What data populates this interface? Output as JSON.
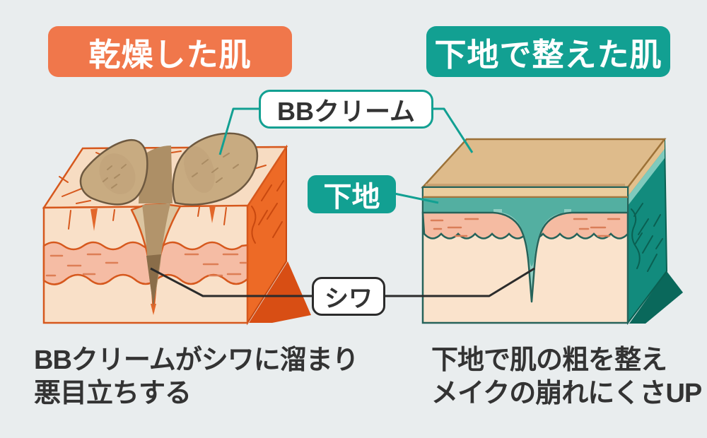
{
  "titles": {
    "left": {
      "label": "乾燥した肌",
      "color": "#f0774b"
    },
    "right": {
      "label": "下地で整えた肌",
      "color": "#12a092"
    }
  },
  "callouts": {
    "bb_cream": {
      "label": "BBクリーム",
      "border_color": "#12a092"
    },
    "primer": {
      "label": "下地",
      "bg_color": "#12a092"
    },
    "wrinkle": {
      "label": "シワ",
      "border_color": "#2b2b2b"
    }
  },
  "captions": {
    "left": {
      "line1": "BBクリームがシワに溜まり",
      "line2": "悪目立ちする"
    },
    "right": {
      "line1": "下地で肌の粗を整え",
      "line2": "メイクの崩れにくさUP"
    }
  },
  "palette": {
    "background": "#e9edee",
    "orange_accent": "#f0774b",
    "teal_accent": "#12a092",
    "skin_outline_left": "#d6581d",
    "skin_outline_right": "#26635a",
    "bb_cream_tan": "#c8ab81",
    "primer_teal": "#53afa1",
    "text_dark": "#333333"
  }
}
